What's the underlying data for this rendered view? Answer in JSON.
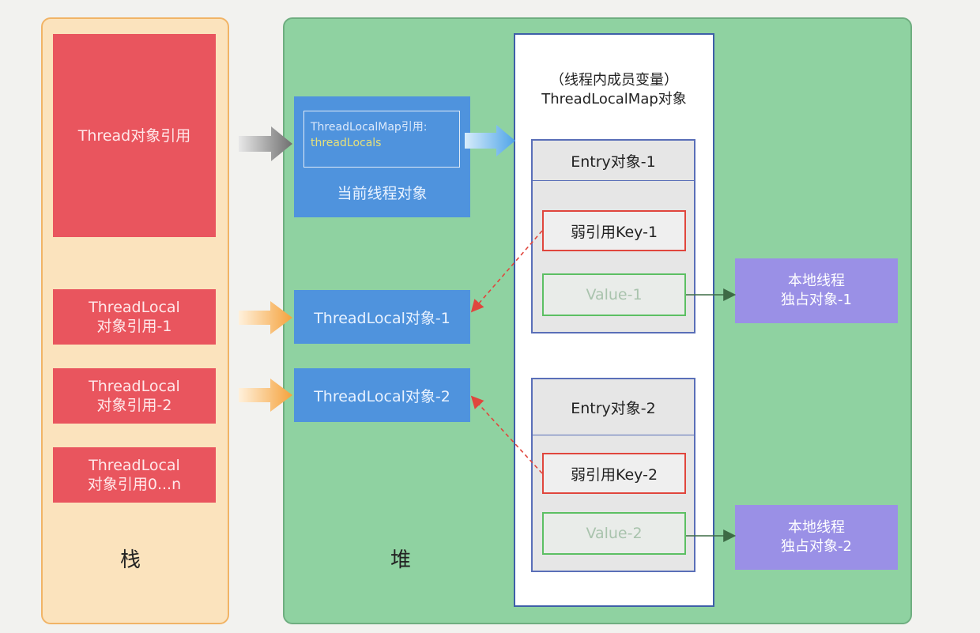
{
  "stack": {
    "label": "栈",
    "thread_ref": "Thread对象引用",
    "tl_refs": [
      [
        "ThreadLocal",
        "对象引用-1"
      ],
      [
        "ThreadLocal",
        "对象引用-2"
      ],
      [
        "ThreadLocal",
        "对象引用0...n"
      ]
    ]
  },
  "heap": {
    "label": "堆",
    "current_thread": {
      "map_ref_line1": "ThreadLocalMap引用:",
      "map_ref_line2": "threadLocals",
      "label": "当前线程对象"
    },
    "tl_objects": [
      "ThreadLocal对象-1",
      "ThreadLocal对象-2"
    ],
    "map": {
      "title_line1": "（线程内成员变量）",
      "title_line2": "ThreadLocalMap对象",
      "entries": [
        {
          "title": "Entry对象-1",
          "key": "弱引用Key-1",
          "value": "Value-1"
        },
        {
          "title": "Entry对象-2",
          "key": "弱引用Key-2",
          "value": "Value-2"
        }
      ]
    },
    "local_objects": [
      [
        "本地线程",
        "独占对象-1"
      ],
      [
        "本地线程",
        "独占对象-2"
      ]
    ]
  }
}
